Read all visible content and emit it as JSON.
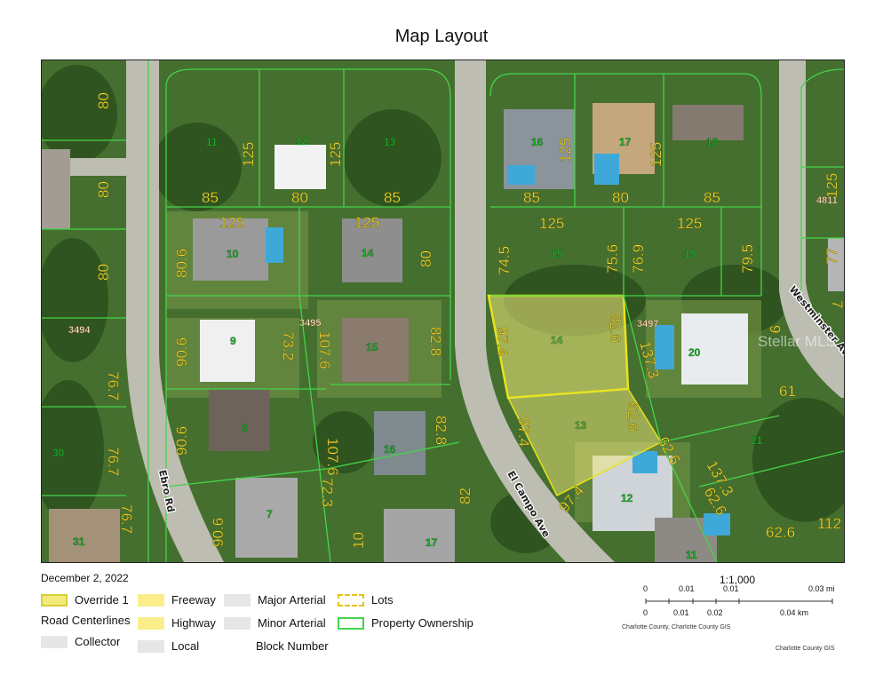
{
  "title": "Map Layout",
  "date": "December 2, 2022",
  "watermark": "Stellar MLS",
  "roads": [
    "Ebro Rd",
    "El Campo Ave",
    "Westminster Ave"
  ],
  "lots": [
    {
      "id": "lot-11a",
      "label": "11"
    },
    {
      "id": "lot-12a",
      "label": "12"
    },
    {
      "id": "lot-13a",
      "label": "13"
    },
    {
      "id": "lot-10",
      "label": "10"
    },
    {
      "id": "lot-14a",
      "label": "14"
    },
    {
      "id": "lot-9",
      "label": "9"
    },
    {
      "id": "lot-15a",
      "label": "15"
    },
    {
      "id": "lot-8",
      "label": "8"
    },
    {
      "id": "lot-16a",
      "label": "16"
    },
    {
      "id": "lot-7",
      "label": "7"
    },
    {
      "id": "lot-17a",
      "label": "17"
    },
    {
      "id": "lot-30",
      "label": "30"
    },
    {
      "id": "lot-31",
      "label": "31"
    },
    {
      "id": "lot-16b",
      "label": "16"
    },
    {
      "id": "lot-17b",
      "label": "17"
    },
    {
      "id": "lot-18",
      "label": "18"
    },
    {
      "id": "lot-15b",
      "label": "15"
    },
    {
      "id": "lot-19",
      "label": "19"
    },
    {
      "id": "lot-14b",
      "label": "14"
    },
    {
      "id": "lot-13b",
      "label": "13"
    },
    {
      "id": "lot-20",
      "label": "20"
    },
    {
      "id": "lot-21",
      "label": "21"
    },
    {
      "id": "lot-12b",
      "label": "12"
    },
    {
      "id": "lot-11b",
      "label": "11"
    }
  ],
  "dims": [
    "80",
    "80",
    "80",
    "76.7",
    "76.7",
    "76.7",
    "125",
    "125",
    "85",
    "80",
    "85",
    "125",
    "125",
    "80.6",
    "80",
    "90.6",
    "73.2",
    "107.6",
    "82.8",
    "90.6",
    "107.6",
    "82.8",
    "72.3",
    "90.6",
    "10",
    "82",
    "85",
    "80",
    "85",
    "125",
    "125",
    "125",
    "125",
    "74.5",
    "75.6",
    "76.9",
    "79.5",
    "125",
    "77",
    "97.4",
    "82.6",
    "137.3",
    "62.6",
    "97.4",
    "62.6",
    "137.3",
    "62.6",
    "61",
    "97.4",
    "62.6",
    "112",
    "9",
    "7"
  ],
  "blocks": [
    "3494",
    "3495",
    "3497",
    "4811"
  ],
  "legend": {
    "override": "Override 1",
    "road_centerlines": "Road Centerlines",
    "collector": "Collector",
    "freeway": "Freeway",
    "highway": "Highway",
    "local": "Local",
    "major_arterial": "Major Arterial",
    "minor_arterial": "Minor Arterial",
    "block_number": "Block Number",
    "lots": "Lots",
    "property_ownership": "Property Ownership"
  },
  "scale": {
    "ratio": "1:1,000",
    "mi_ticks": [
      "0",
      "0.01",
      "0.01",
      "0.03 mi"
    ],
    "km_ticks": [
      "0",
      "0.01",
      "0.02",
      "0.04 km"
    ],
    "credit_center": "Charlotte County, Charlotte County GIS",
    "credit_right": "Charlotte County GIS"
  },
  "colors": {
    "parcel_line": "#44d44a",
    "dimension": "#f5e23a",
    "override_fill": "#f2ea7a",
    "override_stroke": "#e8e21a"
  }
}
